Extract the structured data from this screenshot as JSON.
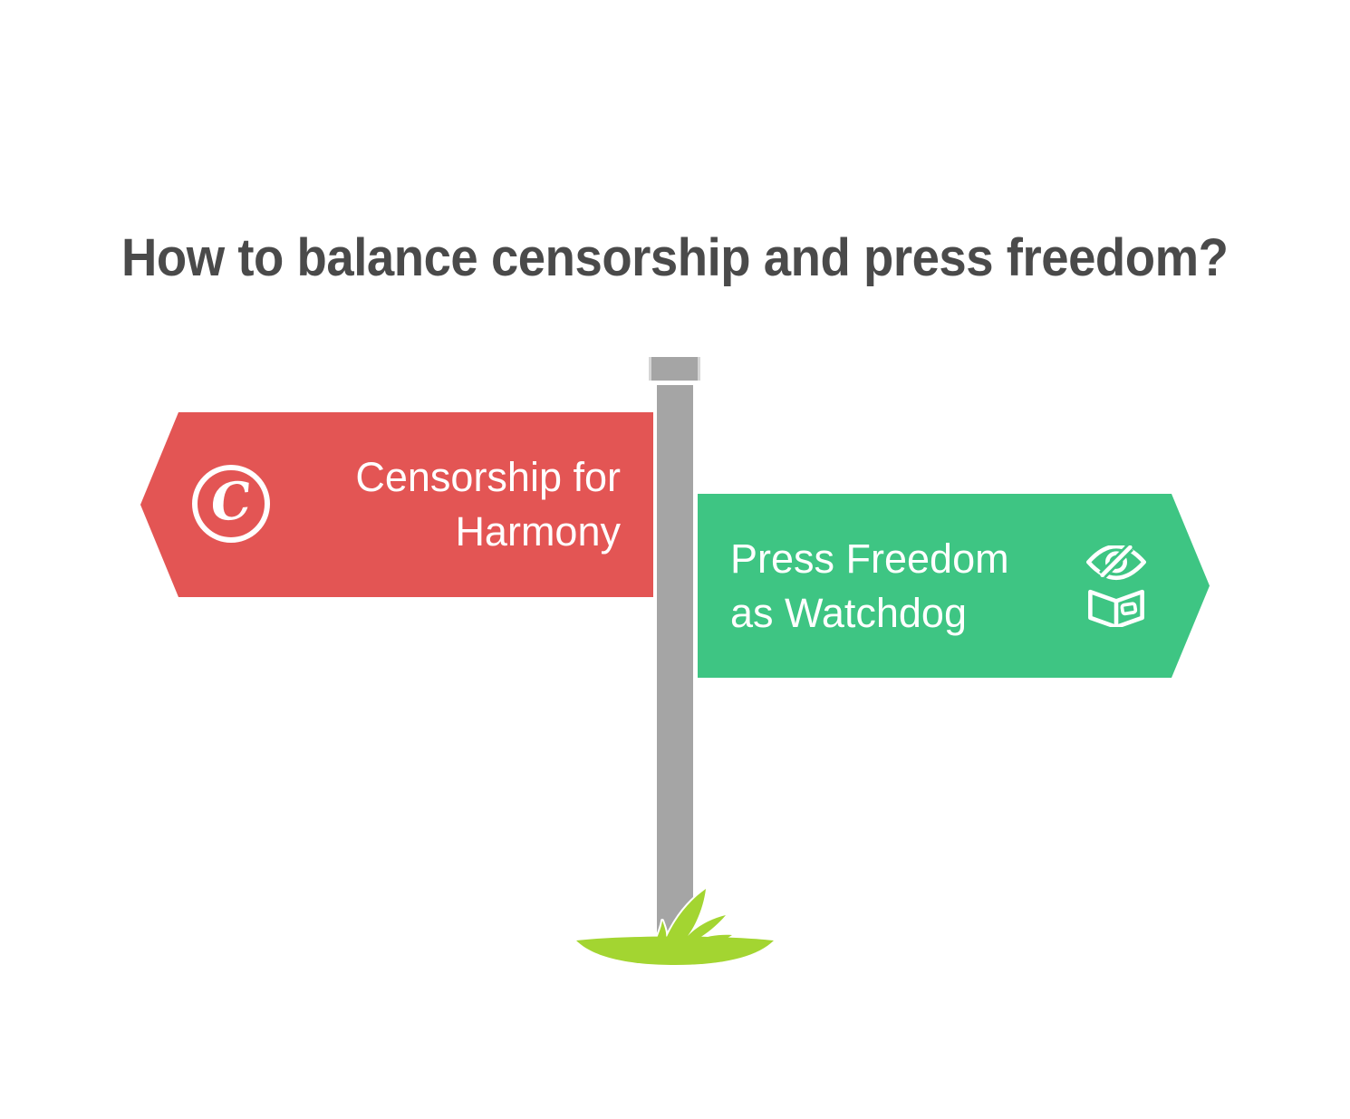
{
  "title": "How to balance censorship and press freedom?",
  "colors": {
    "background": "#ffffff",
    "title-text": "#4a4a4a",
    "sign-red": "#e35554",
    "sign-green": "#3ec583",
    "sign-text": "#ffffff",
    "pole": "#a5a5a5",
    "pole-cap-edge": "#d6d6d6",
    "grass": "#a3d531"
  },
  "signs": {
    "censorship": {
      "label": "Censorship for Harmony",
      "direction": "left",
      "icon": "circled-script-c-icon",
      "icon_glyph": "C"
    },
    "press_freedom": {
      "label": "Press Freedom as Watchdog",
      "direction": "right",
      "icon": "hidden-eye-open-box-icon"
    }
  }
}
